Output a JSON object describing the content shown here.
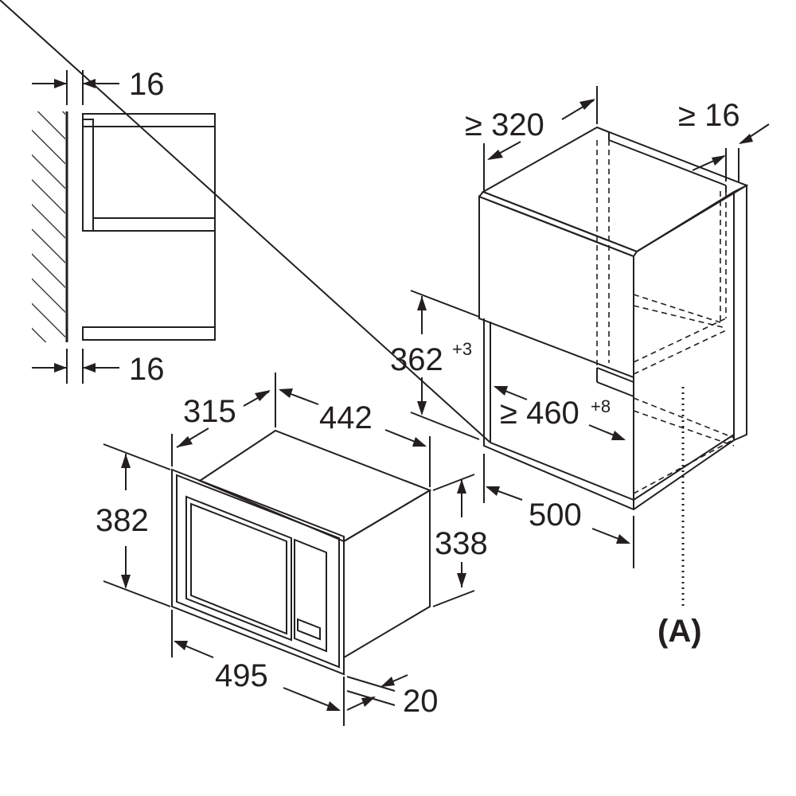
{
  "side_view": {
    "top_gap": "16",
    "bottom_gap": "16"
  },
  "appliance": {
    "depth": "315",
    "width_top": "442",
    "height_total": "382",
    "height_body": "338",
    "width_front": "495",
    "front_thickness": "20"
  },
  "niche": {
    "depth": "≥ 320",
    "side_gap": "≥ 16",
    "height": "362",
    "height_tolerance": "+3",
    "width": "≥ 460",
    "width_tolerance": "+8",
    "depth_cabinet": "500",
    "callout": "(A)"
  }
}
